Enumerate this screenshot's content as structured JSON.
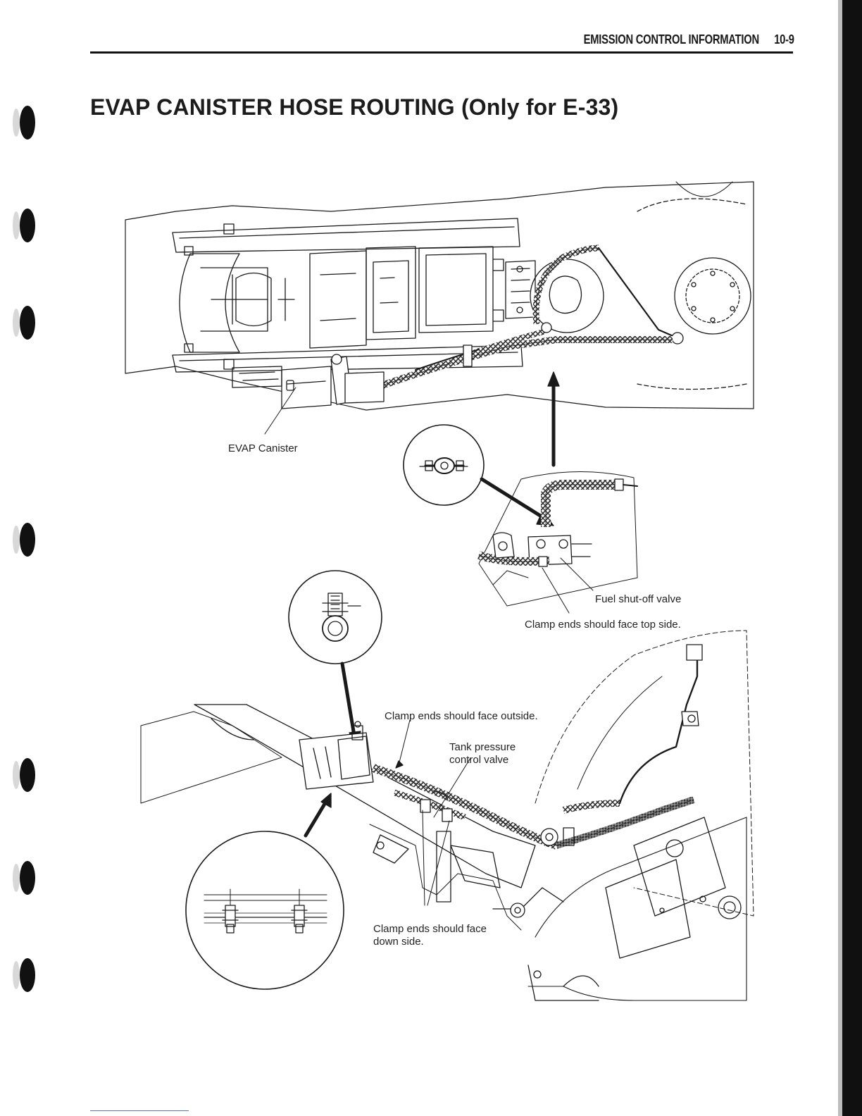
{
  "header": {
    "section": "EMISSION CONTROL INFORMATION",
    "page_number": "10-9"
  },
  "title": "EVAP CANISTER HOSE ROUTING (Only for E-33)",
  "labels": {
    "evap_canister": "EVAP Canister",
    "fuel_shutoff_valve": "Fuel shut-off valve",
    "clamp_top": "Clamp ends should face top side.",
    "clamp_outside": "Clamp ends should face outside.",
    "tank_pressure_line1": "Tank pressure",
    "tank_pressure_line2": "control valve",
    "clamp_down_line1": "Clamp ends should face",
    "clamp_down_line2": "down side."
  }
}
